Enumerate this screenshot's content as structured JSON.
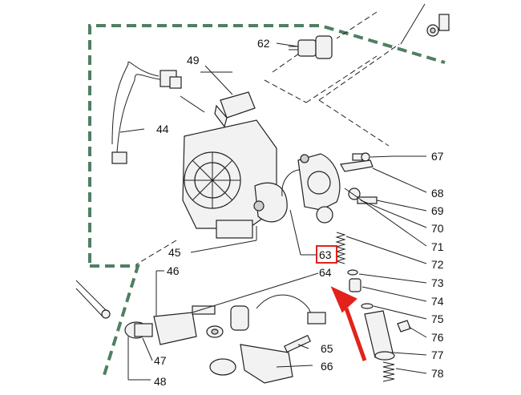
{
  "diagram": {
    "highlight": {
      "label": "63",
      "color": "#e3221b"
    },
    "frame_color": "#4e7f62",
    "callouts": [
      {
        "id": "62",
        "label": "62"
      },
      {
        "id": "49",
        "label": "49"
      },
      {
        "id": "44",
        "label": "44"
      },
      {
        "id": "45",
        "label": "45"
      },
      {
        "id": "46",
        "label": "46"
      },
      {
        "id": "47",
        "label": "47"
      },
      {
        "id": "48",
        "label": "48"
      },
      {
        "id": "63",
        "label": "63"
      },
      {
        "id": "64",
        "label": "64"
      },
      {
        "id": "65",
        "label": "65"
      },
      {
        "id": "66",
        "label": "66"
      },
      {
        "id": "67",
        "label": "67"
      },
      {
        "id": "68",
        "label": "68"
      },
      {
        "id": "69",
        "label": "69"
      },
      {
        "id": "70",
        "label": "70"
      },
      {
        "id": "71",
        "label": "71"
      },
      {
        "id": "72",
        "label": "72"
      },
      {
        "id": "73",
        "label": "73"
      },
      {
        "id": "74",
        "label": "74"
      },
      {
        "id": "75",
        "label": "75"
      },
      {
        "id": "76",
        "label": "76"
      },
      {
        "id": "77",
        "label": "77"
      },
      {
        "id": "78",
        "label": "78"
      }
    ]
  }
}
